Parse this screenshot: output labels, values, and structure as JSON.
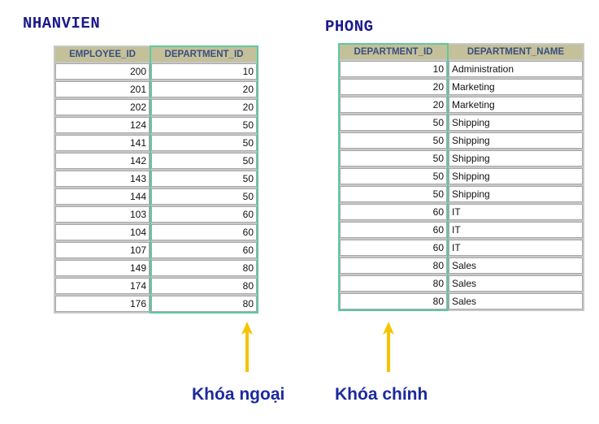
{
  "nhanvien": {
    "title": "NHANVIEN",
    "columns": [
      "EMPLOYEE_ID",
      "DEPARTMENT_ID"
    ],
    "rows": [
      [
        "200",
        "10"
      ],
      [
        "201",
        "20"
      ],
      [
        "202",
        "20"
      ],
      [
        "124",
        "50"
      ],
      [
        "141",
        "50"
      ],
      [
        "142",
        "50"
      ],
      [
        "143",
        "50"
      ],
      [
        "144",
        "50"
      ],
      [
        "103",
        "60"
      ],
      [
        "104",
        "60"
      ],
      [
        "107",
        "60"
      ],
      [
        "149",
        "80"
      ],
      [
        "174",
        "80"
      ],
      [
        "176",
        "80"
      ]
    ]
  },
  "phong": {
    "title": "PHONG",
    "columns": [
      "DEPARTMENT_ID",
      "DEPARTMENT_NAME"
    ],
    "rows": [
      [
        "10",
        "Administration"
      ],
      [
        "20",
        "Marketing"
      ],
      [
        "20",
        "Marketing"
      ],
      [
        "50",
        "Shipping"
      ],
      [
        "50",
        "Shipping"
      ],
      [
        "50",
        "Shipping"
      ],
      [
        "50",
        "Shipping"
      ],
      [
        "50",
        "Shipping"
      ],
      [
        "60",
        "IT"
      ],
      [
        "60",
        "IT"
      ],
      [
        "60",
        "IT"
      ],
      [
        "80",
        "Sales"
      ],
      [
        "80",
        "Sales"
      ],
      [
        "80",
        "Sales"
      ]
    ]
  },
  "labels": {
    "foreign_key": "Khóa ngoại",
    "primary_key": "Khóa chính"
  },
  "colors": {
    "heading": "#1a1a8c",
    "header_bg": "#c4c09a",
    "header_text": "#3a4f80",
    "highlight_border": "#5cc9a0",
    "arrow": "#f5c400",
    "caption": "#1c2a9c"
  }
}
